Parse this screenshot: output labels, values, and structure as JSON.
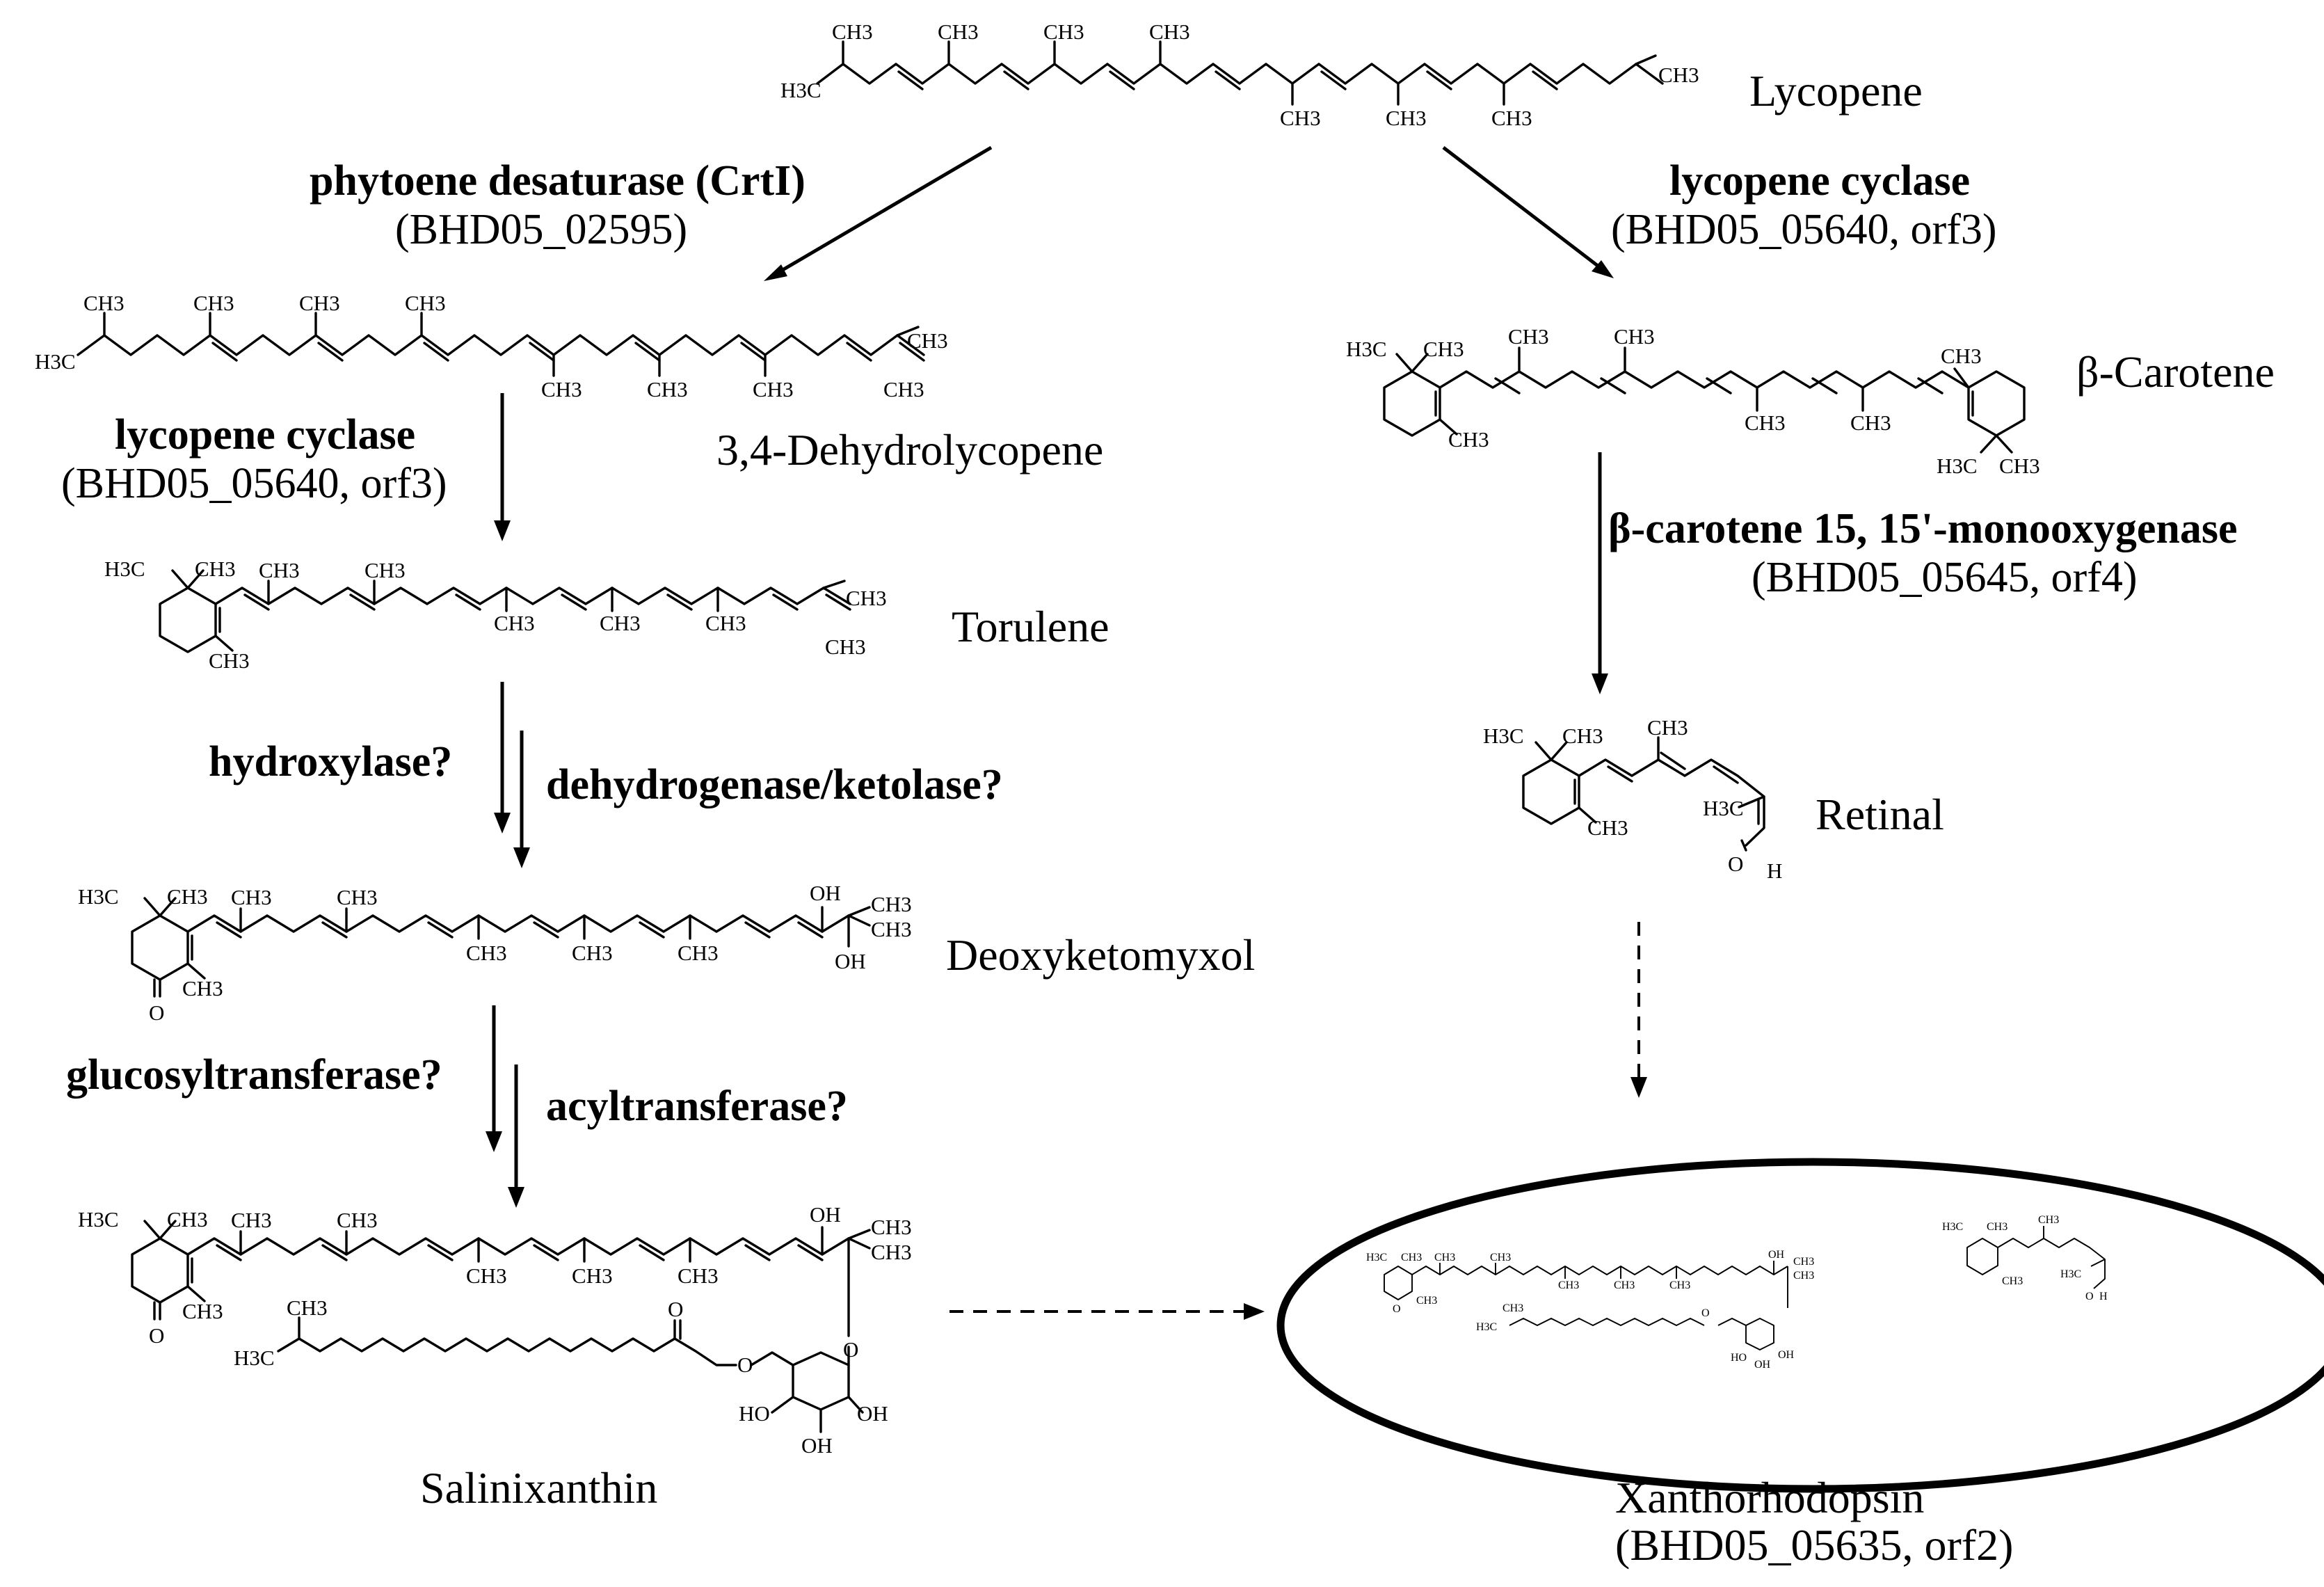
{
  "compounds": {
    "lycopene": "Lycopene",
    "dehydrolycopene": "3,4-Dehydrolycopene",
    "torulene": "Torulene",
    "deoxyketomyxol": "Deoxyketomyxol",
    "salinixanthin": "Salinixanthin",
    "beta_carotene": "β-Carotene",
    "retinal": "Retinal",
    "xanthorhodopsin": "Xanthorhodopsin",
    "xanthorhodopsin_gene": "(BHD05_05635, orf2)"
  },
  "enzymes": {
    "crti": {
      "name": "phytoene desaturase (CrtI)",
      "gene": "(BHD05_02595)"
    },
    "cyclase_right": {
      "name": "lycopene cyclase",
      "gene": "(BHD05_05640, orf3)"
    },
    "cyclase_left": {
      "name": "lycopene cyclase",
      "gene": "(BHD05_05640, orf3)"
    },
    "monooxygenase": {
      "name": "β-carotene 15, 15'-monooxygenase",
      "gene": "(BHD05_05645, orf4)"
    },
    "hydroxylase": "hydroxylase?",
    "dehydrogenase": "dehydrogenase/ketolase?",
    "glucosyltransferase": "glucosyltransferase?",
    "acyltransferase": "acyltransferase?"
  },
  "atoms": {
    "ch3": "CH3",
    "h3c": "H3C",
    "oh": "OH",
    "ho": "HO",
    "o": "O",
    "h": "H"
  }
}
